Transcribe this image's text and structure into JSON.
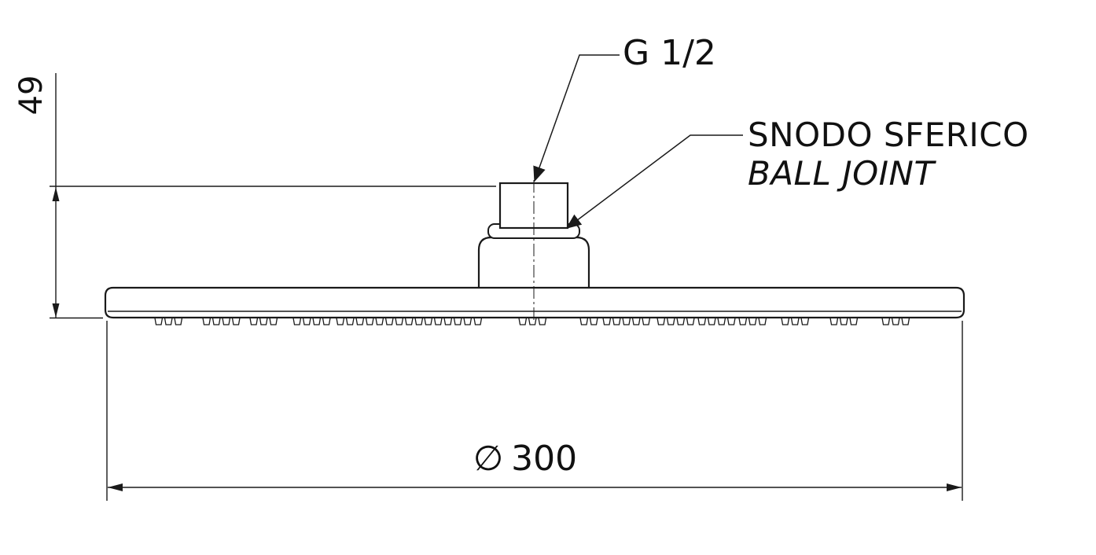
{
  "diagram": {
    "callouts": {
      "thread_label": "G 1/2",
      "ball_joint_label_it": "SNODO SFERICO",
      "ball_joint_label_en": "BALL JOINT"
    },
    "dimensions": {
      "height": "49",
      "diameter_symbol": "∅",
      "diameter_value": "300"
    },
    "colors": {
      "line": "#1a1a1a",
      "background": "#ffffff"
    }
  }
}
